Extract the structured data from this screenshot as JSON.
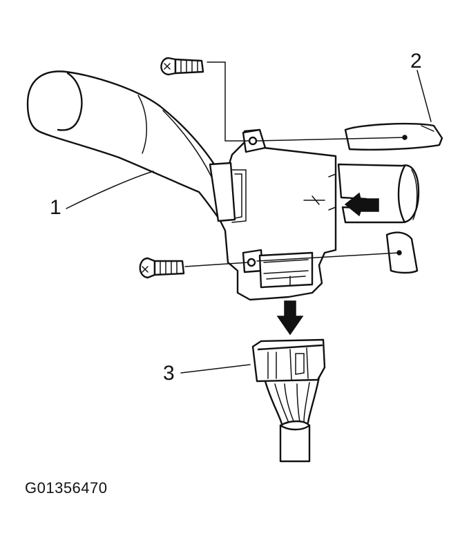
{
  "callouts": {
    "lever": "1",
    "steering_column_bracket": "2",
    "connector": "3"
  },
  "figure_id": "G01356470",
  "colors": {
    "ink": "#111111",
    "background": "#ffffff"
  }
}
